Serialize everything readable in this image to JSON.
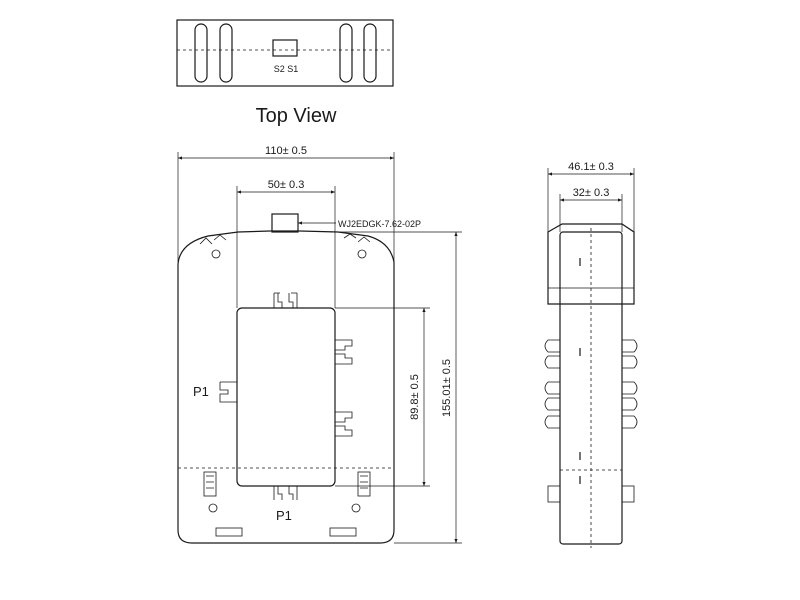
{
  "top_view": {
    "title": "Top View",
    "terminal_label": "S2 S1"
  },
  "front_view": {
    "width_dim": "110± 0.5",
    "window_width_dim": "50± 0.3",
    "connector_label": "WJ2EDGK-7.62-02P",
    "window_height_dim": "89.8± 0.5",
    "height_dim": "155.01± 0.5",
    "p1_left_label": "P1",
    "p1_bottom_label": "P1"
  },
  "side_view": {
    "depth_dim": "46.1± 0.3",
    "inner_depth_dim": "32± 0.3"
  }
}
